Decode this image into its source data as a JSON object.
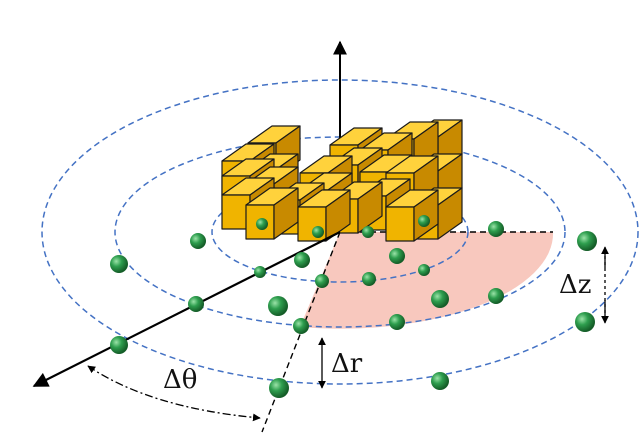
{
  "labels": {
    "dz": "Δz",
    "dr": "Δr",
    "dtheta": "Δθ"
  },
  "colors": {
    "orbit": "#4472c4",
    "sector": "#f8c8be",
    "cube_top": "#ffd23c",
    "cube_left": "#f0b400",
    "cube_right": "#c88a00",
    "ball": "#2e9e4e",
    "ball_dark": "#1a6b30",
    "axis": "#000000"
  },
  "icons": {
    "cube": "voxel-cube",
    "ball": "green-sphere"
  }
}
